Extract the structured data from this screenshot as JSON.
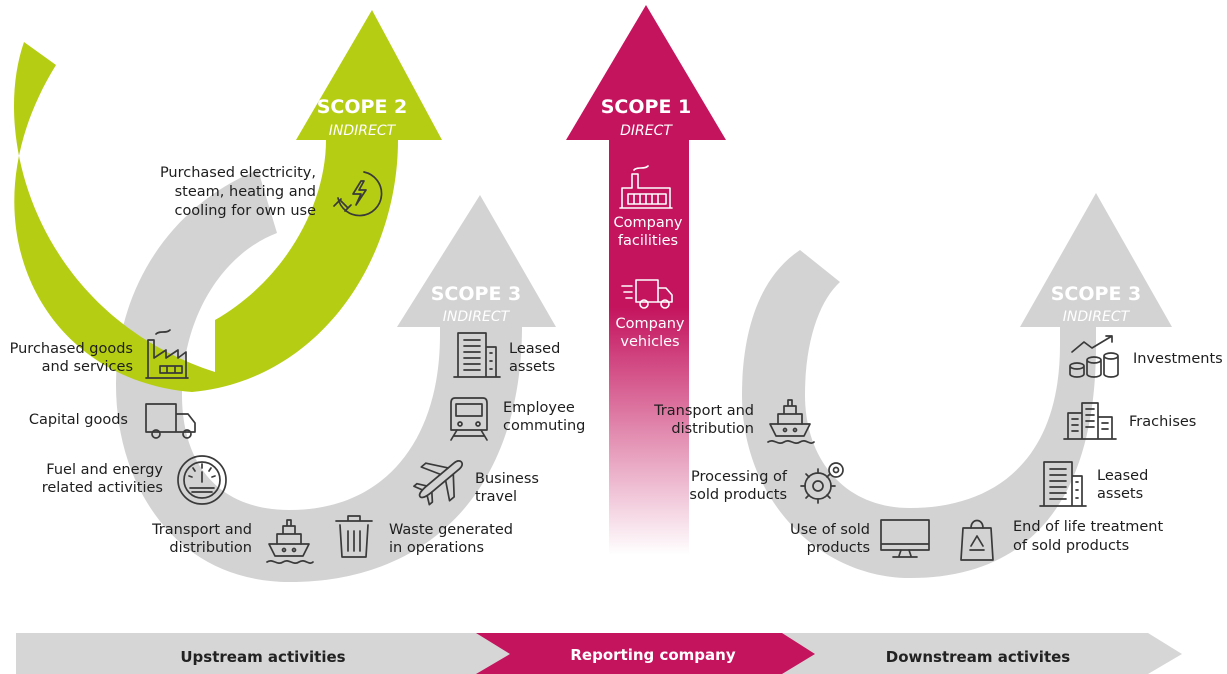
{
  "colors": {
    "scope1": "#c4145e",
    "scope2": "#b5cd12",
    "scope3": "#d3d3d3",
    "bar_grey": "#d6d6d6"
  },
  "scope2": {
    "title": "SCOPE 2",
    "subtitle": "INDIRECT",
    "items": [
      {
        "label": [
          "Purchased electricity,",
          "steam, heating and",
          "cooling for own use"
        ],
        "icon": "plug-lightning-icon"
      }
    ]
  },
  "scope1": {
    "title": "SCOPE 1",
    "subtitle": "DIRECT",
    "items": [
      {
        "label": [
          "Company",
          "facilities"
        ],
        "icon": "factory-icon"
      },
      {
        "label": [
          "Company",
          "vehicles"
        ],
        "icon": "delivery-truck-icon"
      }
    ]
  },
  "scope3_upstream": {
    "title": "SCOPE 3",
    "subtitle": "INDIRECT",
    "items": [
      {
        "label": [
          "Purchased goods",
          "and services"
        ],
        "icon": "factory-icon"
      },
      {
        "label": [
          "Capital goods"
        ],
        "icon": "truck-icon"
      },
      {
        "label": [
          "Fuel and energy",
          "related activities"
        ],
        "icon": "gauge-icon"
      },
      {
        "label": [
          "Transport and",
          "distribution"
        ],
        "icon": "ship-icon"
      },
      {
        "label": [
          "Waste generated",
          "in operations"
        ],
        "icon": "trash-icon"
      },
      {
        "label": [
          "Business",
          "travel"
        ],
        "icon": "airplane-icon"
      },
      {
        "label": [
          "Employee",
          "commuting"
        ],
        "icon": "train-icon"
      },
      {
        "label": [
          "Leased",
          "assets"
        ],
        "icon": "building-icon"
      }
    ]
  },
  "scope3_downstream": {
    "title": "SCOPE 3",
    "subtitle": "INDIRECT",
    "items": [
      {
        "label": [
          "Transport and",
          "distribution"
        ],
        "icon": "ship-icon"
      },
      {
        "label": [
          "Processing of",
          "sold products"
        ],
        "icon": "gears-icon"
      },
      {
        "label": [
          "Use of sold",
          "products"
        ],
        "icon": "monitor-icon"
      },
      {
        "label": [
          "End of life treatment",
          "of sold products"
        ],
        "icon": "recycle-bag-icon"
      },
      {
        "label": [
          "Leased",
          "assets"
        ],
        "icon": "building-icon"
      },
      {
        "label": [
          "Frachises"
        ],
        "icon": "franchise-buildings-icon"
      },
      {
        "label": [
          "Investments"
        ],
        "icon": "coins-growth-icon"
      }
    ]
  },
  "bottom_bar": {
    "upstream": "Upstream activities",
    "reporting": "Reporting company",
    "downstream": "Downstream activites"
  }
}
